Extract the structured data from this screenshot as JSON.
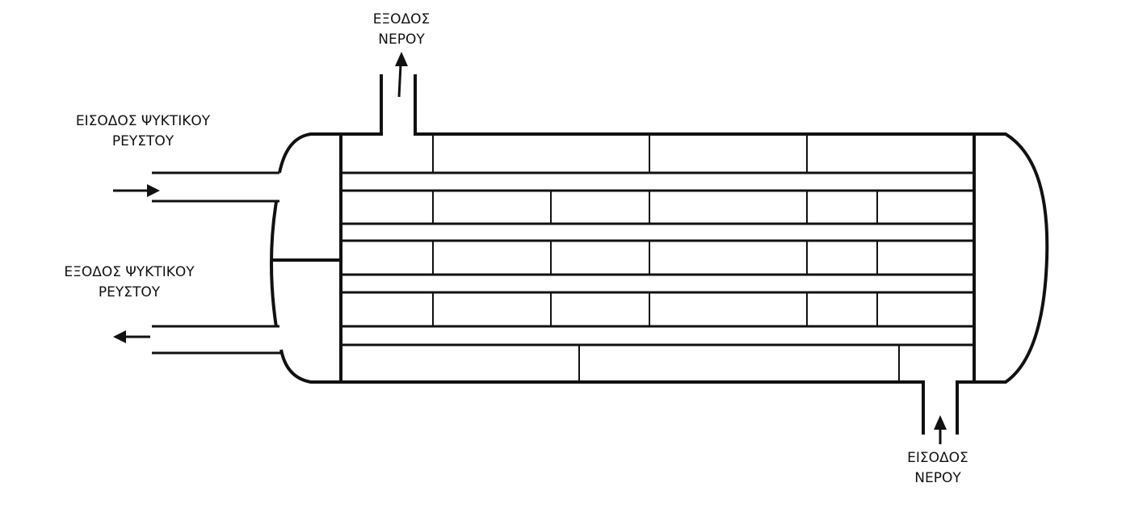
{
  "labels": {
    "water_out": {
      "line1": "ΕΞΟΔΟΣ",
      "line2": "ΝΕΡΟΥ"
    },
    "coolant_in": {
      "line1": "ΕΙΣΟΔΟΣ ΨΥΚΤΙΚΟΥ",
      "line2": "ΡΕΥΣΤΟΥ"
    },
    "coolant_out": {
      "line1": "ΕΞΟΔΟΣ ΨΥΚΤΙΚΟΥ",
      "line2": "ΡΕΥΣΤΟΥ"
    },
    "water_in": {
      "line1": "ΕΙΣΟΔΟΣ",
      "line2": "ΝΕΡΟΥ"
    }
  },
  "colors": {
    "stroke": "#111111",
    "background": "#ffffff"
  }
}
